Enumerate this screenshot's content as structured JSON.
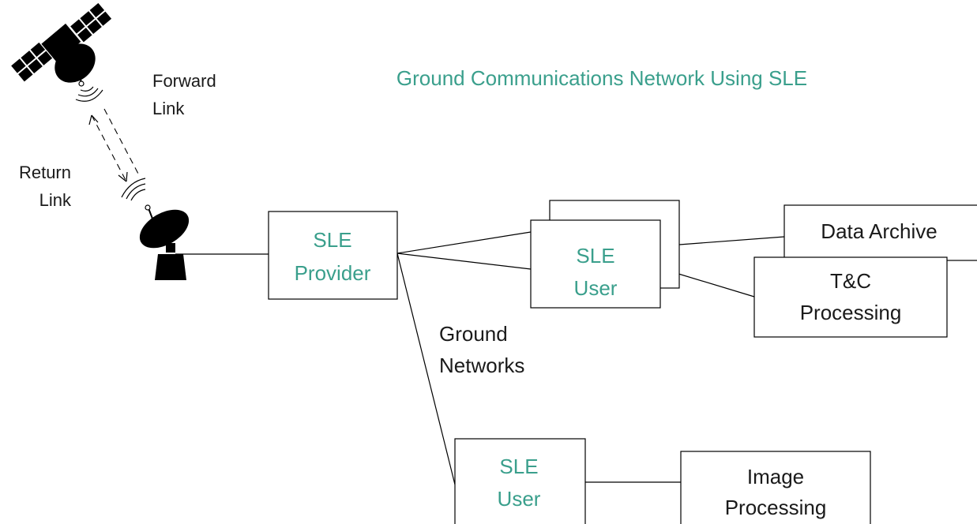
{
  "title": "Ground Communications Network Using SLE",
  "links": {
    "forward": [
      "Forward",
      "Link"
    ],
    "return": [
      "Return",
      "Link"
    ]
  },
  "ground_networks": [
    "Ground",
    "Networks"
  ],
  "nodes": {
    "sle_provider": [
      "SLE",
      "Provider"
    ],
    "sle_user_top": [
      "SLE",
      "User"
    ],
    "sle_user_bottom": [
      "SLE",
      "User"
    ],
    "data_archive": "Data Archive",
    "tc_processing": [
      "T&C",
      "Processing"
    ],
    "image_processing": [
      "Image",
      "Processing"
    ]
  },
  "icons": {
    "satellite": "satellite-icon",
    "ground_antenna": "ground-antenna-icon"
  },
  "colors": {
    "accent_teal": "#3a9f8c",
    "line": "#000000",
    "text": "#1a1a1a"
  }
}
